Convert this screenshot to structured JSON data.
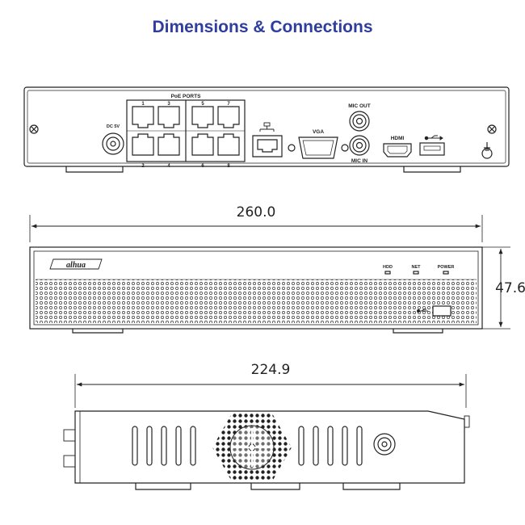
{
  "title": "Dimensions & Connections",
  "rear": {
    "poe_label": "PoE PORTS",
    "port_top": [
      "1",
      "3",
      "5",
      "7"
    ],
    "port_bottom": [
      "2",
      "4",
      "6",
      "8"
    ],
    "dc_label": "DC 5V",
    "vga_label": "VGA",
    "mic_out_label": "MIC OUT",
    "mic_in_label": "MIC IN",
    "hdmi_label": "HDMI"
  },
  "front": {
    "width_dim": "260.0",
    "height_dim": "47.6",
    "brand": "alhua",
    "led_labels": [
      "HDD",
      "NET",
      "POWER"
    ]
  },
  "side": {
    "depth_dim": "224.9"
  },
  "colors": {
    "title": "#2f3e9e",
    "line": "#222222"
  }
}
